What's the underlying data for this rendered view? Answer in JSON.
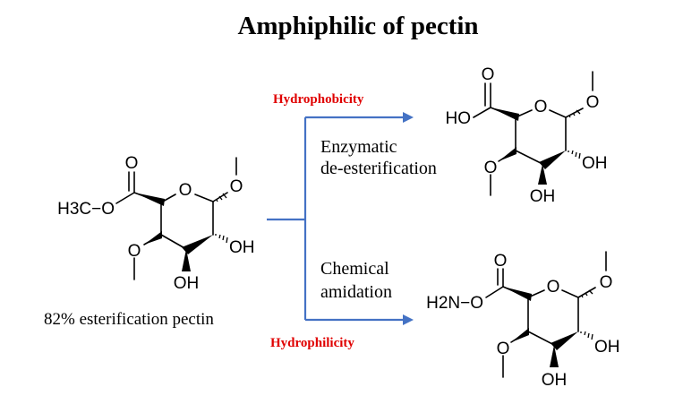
{
  "title": "Amphiphilic of pectin",
  "left_molecule": {
    "caption": "82% esterification pectin",
    "atoms": {
      "methyl_ester": "H3C−O",
      "carbonyl_o": "O",
      "ring_o": "O",
      "glyco_o": "O",
      "methoxy_o": "O",
      "oh_right": "OH",
      "oh_bottom": "OH"
    }
  },
  "upper_branch": {
    "property": "Hydrophobicity",
    "process_line1": "Enzymatic",
    "process_line2": "de-esterification",
    "product_atoms": {
      "ho": "HO",
      "carbonyl_o": "O",
      "ring_o": "O",
      "glyco_o": "O",
      "methoxy_o": "O",
      "oh_right": "OH",
      "oh_bottom": "OH"
    }
  },
  "lower_branch": {
    "property": "Hydrophilicity",
    "process_line1": "Chemical",
    "process_line2": "amidation",
    "product_atoms": {
      "amine": "H2N−O",
      "carbonyl_o": "O",
      "ring_o": "O",
      "glyco_o": "O",
      "methoxy_o": "O",
      "oh_right": "OH",
      "oh_bottom": "OH"
    }
  },
  "colors": {
    "arrow": "#4472c4",
    "property_label": "#e00000",
    "text": "#000000"
  }
}
